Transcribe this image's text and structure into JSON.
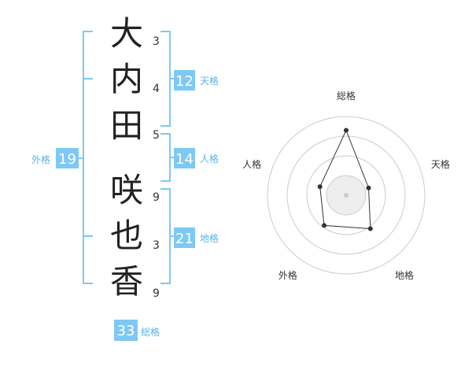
{
  "colors": {
    "bracket": "#7ec8f5",
    "box": "#7ec8f5",
    "label": "#5ab4ea",
    "char": "#222222",
    "radar_grid": "#cccccc",
    "radar_inner_fill": "#eeeeee",
    "radar_poly": "#333333"
  },
  "characters": [
    {
      "char": "大",
      "strokes": "3"
    },
    {
      "char": "内",
      "strokes": "4"
    },
    {
      "char": "田",
      "strokes": "5"
    },
    {
      "char": "咲",
      "strokes": "9"
    },
    {
      "char": "也",
      "strokes": "3"
    },
    {
      "char": "香",
      "strokes": "9"
    }
  ],
  "kaku": {
    "tenkaku": {
      "value": "12",
      "label": "天格"
    },
    "jinkaku": {
      "value": "14",
      "label": "人格"
    },
    "chikaku": {
      "value": "21",
      "label": "地格"
    },
    "gaikaku": {
      "value": "19",
      "label": "外格"
    },
    "soukaku": {
      "value": "33",
      "label": "総格"
    }
  },
  "chart_data": {
    "type": "radar",
    "axes": [
      "総格",
      "天格",
      "地格",
      "外格",
      "人格"
    ],
    "values": [
      33,
      12,
      21,
      19,
      14
    ],
    "grid_levels": 4
  }
}
